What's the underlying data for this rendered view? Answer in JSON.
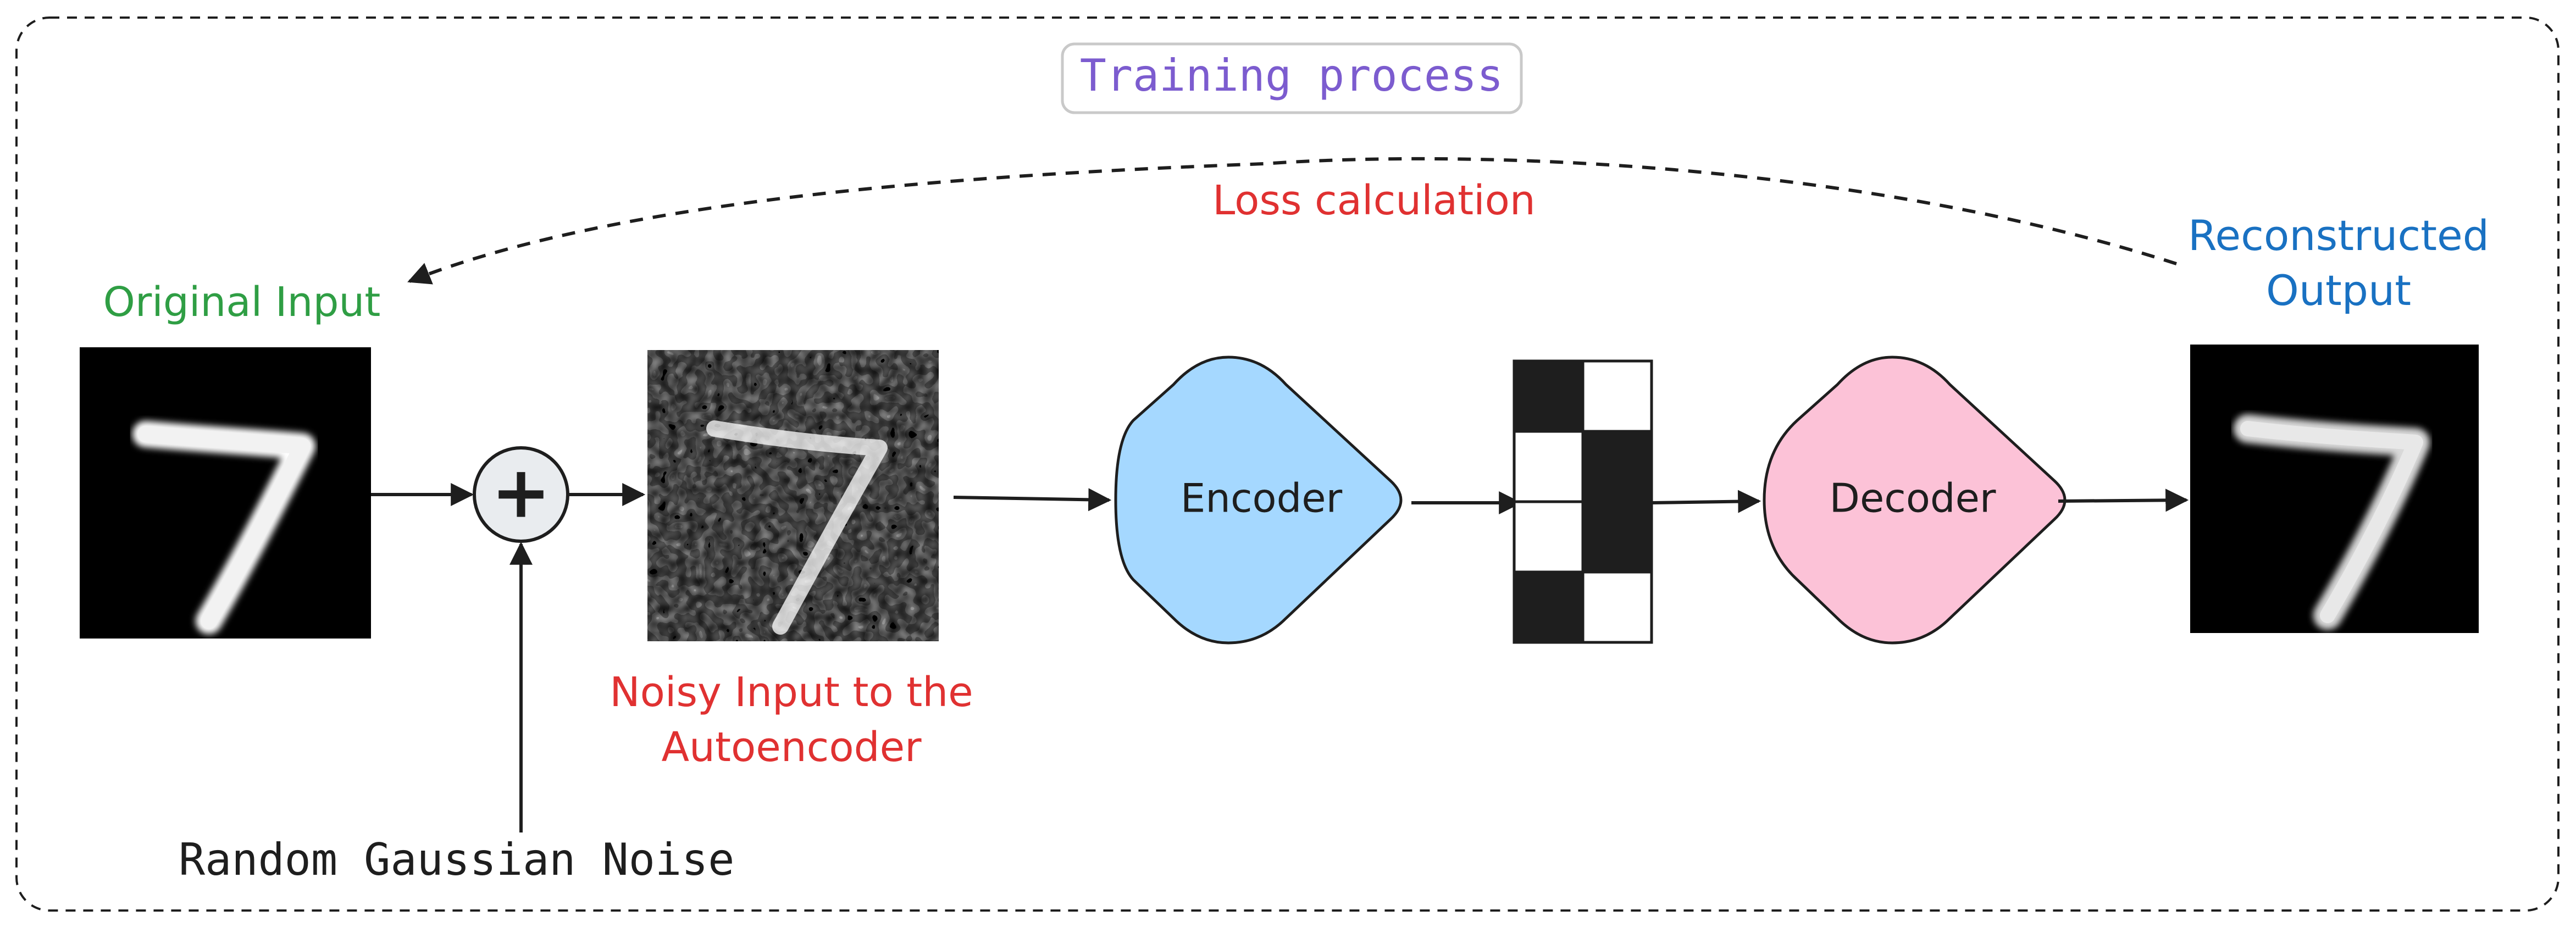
{
  "title": "Training process",
  "labels": {
    "original_input": "Original Input",
    "loss": "Loss calculation",
    "reconstructed_line1": "Reconstructed",
    "reconstructed_line2": "Output",
    "noisy_line1": "Noisy Input to the",
    "noisy_line2": "Autoencoder",
    "noise": "Random Gaussian Noise",
    "encoder": "Encoder",
    "decoder": "Decoder",
    "plus": "+"
  },
  "latent_pattern": [
    [
      "dark",
      "light"
    ],
    [
      "light",
      "dark"
    ],
    [
      "light",
      "dark"
    ],
    [
      "dark",
      "light"
    ]
  ],
  "colors": {
    "title_text": "#7c5ccf",
    "green": "#2f9e44",
    "red": "#e03131",
    "blue": "#1971c2",
    "encoder_fill": "#a5d8ff",
    "decoder_fill": "#fcc2d7",
    "dark_cell": "#1e1e1e",
    "stroke": "#1e1e1e"
  }
}
